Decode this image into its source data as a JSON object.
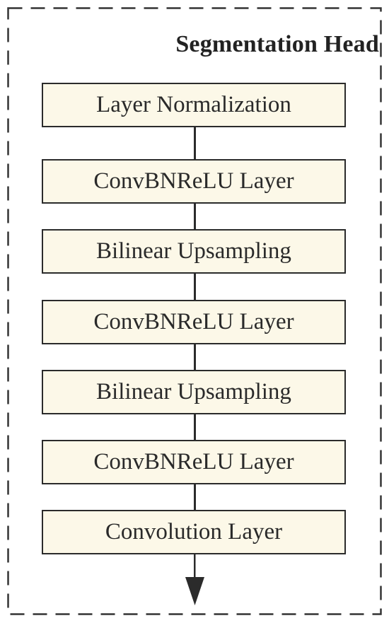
{
  "diagram": {
    "title": "Segmentation Head",
    "blocks": [
      "Layer Normalization",
      "ConvBNReLU Layer",
      "Bilinear Upsampling",
      "ConvBNReLU Layer",
      "Bilinear Upsampling",
      "ConvBNReLU Layer",
      "Convolution Layer"
    ],
    "colors": {
      "block_fill": "#fcf8e8",
      "stroke": "#2b2b2b"
    }
  }
}
